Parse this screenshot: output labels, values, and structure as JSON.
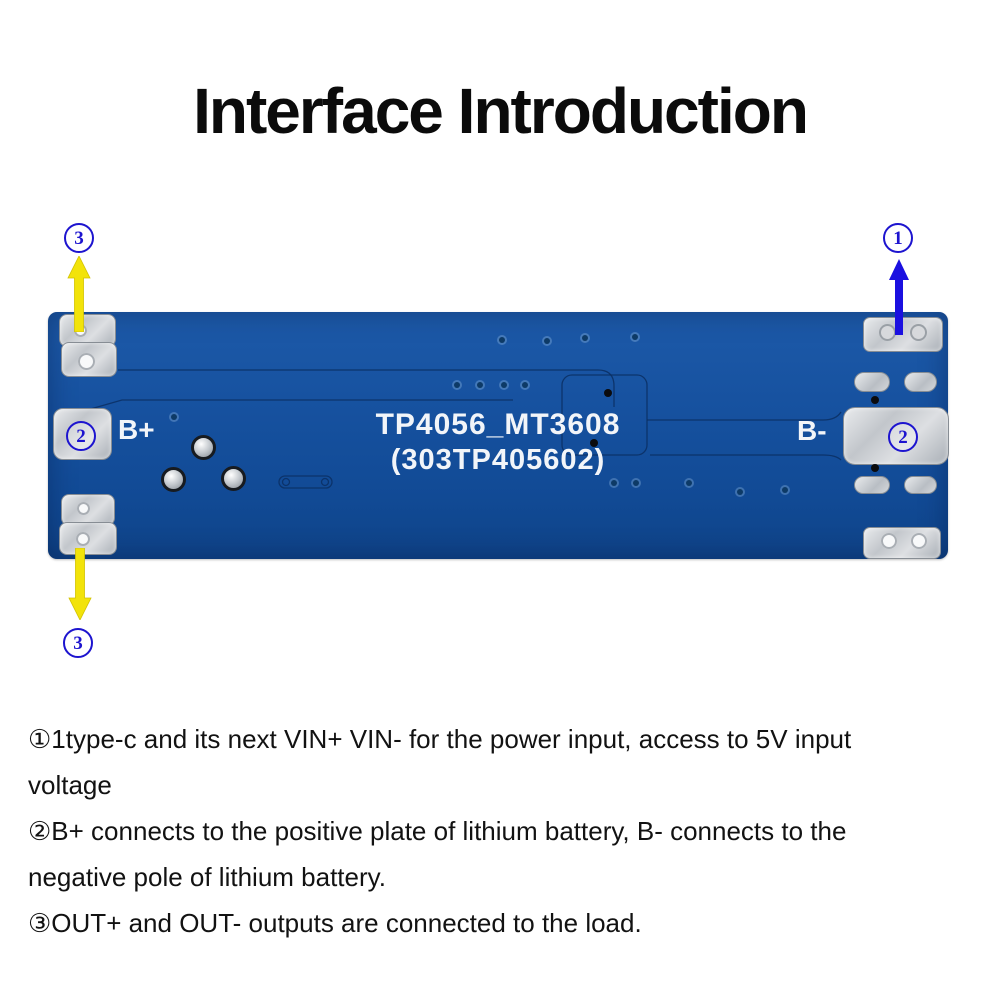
{
  "title": "Interface Introduction",
  "board": {
    "silkscreen_line1": "TP4056_MT3608",
    "silkscreen_line2": "(303TP405602)",
    "label_b_plus": "B+",
    "label_b_minus": "B-"
  },
  "callouts": {
    "top_left": "3",
    "top_right": "1",
    "pad_left": "2",
    "pad_right": "2",
    "bottom_left": "3"
  },
  "descriptions": [
    "①1type-c and its next VIN+ VIN- for the power input, access to 5V input\nvoltage",
    "②B+ connects to the positive plate of lithium battery, B- connects to the\nnegative pole of lithium battery.",
    "③OUT+ and OUT- outputs are connected to the load."
  ],
  "colors": {
    "background": "#ffffff",
    "title_text": "#0b0b0b",
    "body_text": "#121212",
    "board_blue": "#16519f",
    "pad_silver": "#c9cdd2",
    "silkscreen_white": "#f2f5f9",
    "arrow_yellow": "#f2e30a",
    "arrow_blue": "#1b10e0",
    "callout_blue": "#1d14cf"
  }
}
